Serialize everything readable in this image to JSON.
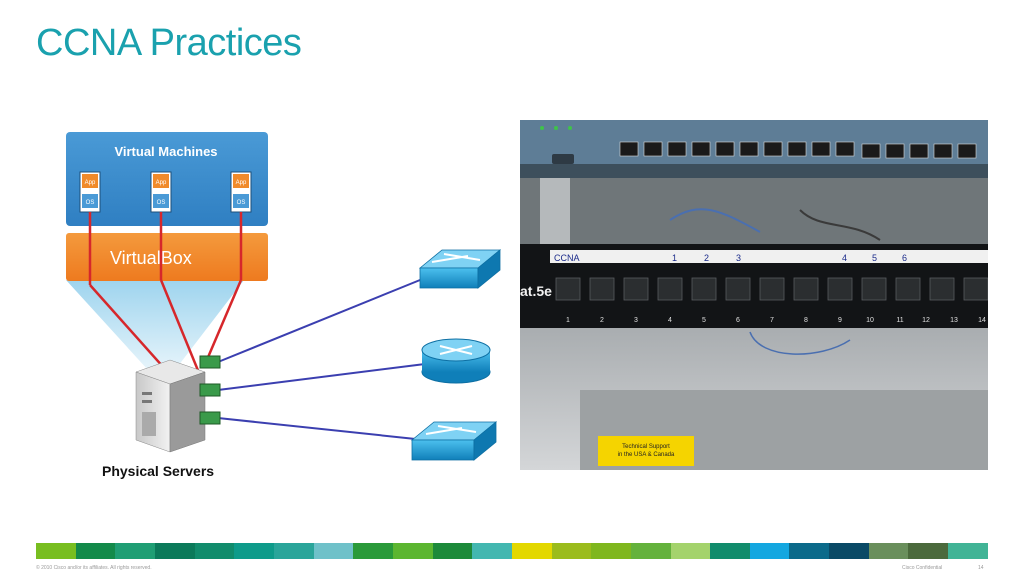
{
  "slide": {
    "title": "CCNA Practices",
    "footer_copyright": "© 2010 Cisco and/or its affiliates. All rights reserved.",
    "footer_confidential": "Cisco Confidential",
    "page_number": "14"
  },
  "diagram": {
    "vm_box_title": "Virtual Machines",
    "vms": [
      {
        "app_label": "App",
        "os_label": "OS"
      },
      {
        "app_label": "App",
        "os_label": "OS"
      },
      {
        "app_label": "App",
        "os_label": "OS"
      }
    ],
    "hypervisor_label": "VirtualBox",
    "server_caption": "Physical Servers",
    "devices": [
      "switch-icon",
      "router-icon",
      "switch-icon"
    ],
    "colors": {
      "vm_box": "#3b8fd0",
      "hypervisor": "#f07f22",
      "red_link": "#d6272b",
      "blue_link": "#3b3fb0",
      "device": "#1e9ad6"
    }
  },
  "photo": {
    "patch_labels": [
      "CCNA",
      "1",
      "2",
      "3",
      "4",
      "5",
      "6"
    ],
    "port_numbers": [
      "1",
      "2",
      "3",
      "4",
      "5",
      "6",
      "7",
      "8",
      "9",
      "10",
      "11",
      "12",
      "13",
      "14"
    ],
    "panel_text": "at.5e",
    "sticker_lines": [
      "Technical Support",
      "in the USA & Canada"
    ]
  },
  "stripe_colors": [
    "#78be20",
    "#138a4a",
    "#1f9e74",
    "#0b7a5a",
    "#118c6c",
    "#0e9b8a",
    "#2aa59a",
    "#6fc1c9",
    "#2a9a3a",
    "#5cb630",
    "#1d8a3a",
    "#43b7b0",
    "#e3d800",
    "#9bbc1c",
    "#7fb71e",
    "#64b23c",
    "#a4d36c",
    "#118c6c",
    "#14a7e0",
    "#0b6a8a",
    "#0a4a66",
    "#6a8f5c",
    "#4b6a3c",
    "#41b496"
  ]
}
